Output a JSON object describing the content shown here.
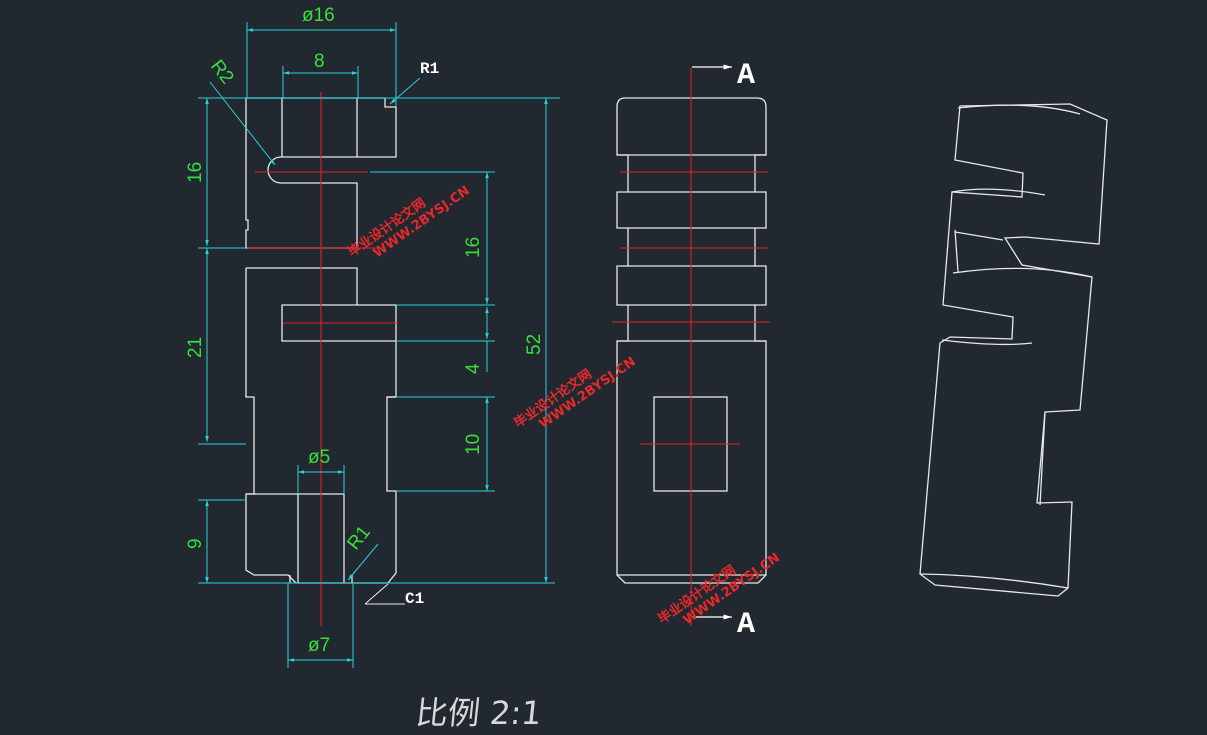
{
  "drawing": {
    "scale_label": "比例 2:1",
    "section_label": "A",
    "dimensions": {
      "diam_16": "ø16",
      "width_8": "8",
      "radius_r2": "R2",
      "radius_r1_top": "R1",
      "radius_r1_bottom": "R1",
      "height_16_left": "16",
      "height_21": "21",
      "height_9": "9",
      "height_16_right": "16",
      "height_4": "4",
      "height_10": "10",
      "height_52": "52",
      "diam_5": "ø5",
      "diam_7": "ø7",
      "chamfer_c1": "C1"
    },
    "watermark_cn": "毕业设计论文网",
    "watermark_url": "WWW.2BYSJ.CN"
  },
  "colors": {
    "background": "#212830",
    "outline": "#e8e8e8",
    "centerline": "#e0202a",
    "dimension": "#2ad0d8",
    "dimension_text": "#36e03a",
    "watermark": "#e8292b"
  }
}
